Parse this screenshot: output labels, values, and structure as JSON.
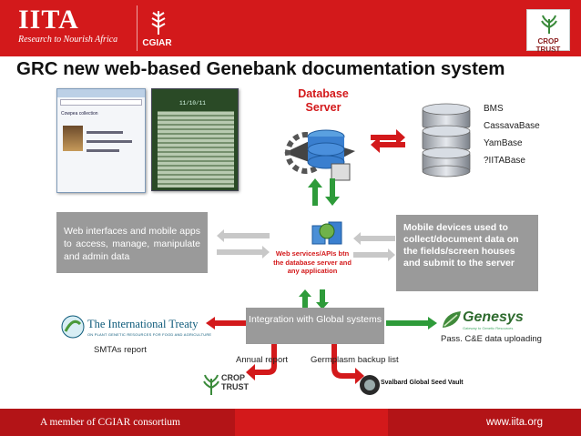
{
  "header": {
    "logo_word": "IITA",
    "logo_tagline": "Research to Nourish Africa",
    "partner_logo": "CGIAR",
    "right_logo": "CROP TRUST"
  },
  "title": "GRC new web-based Genebank documentation system",
  "screenshots": {
    "web_heading": "Cowpea collection",
    "desktop_date": "11/10/11"
  },
  "database": {
    "label": "Database Server",
    "names": [
      "BMS",
      "CassavaBase",
      "YamBase",
      "?IITABase"
    ]
  },
  "boxes": {
    "web_interfaces": "Web interfaces and mobile apps to access, manage, manipulate and admin data",
    "mobile_devices": "Mobile devices used to collect/document data on the fields/screen houses and submit to the server",
    "web_services": "Web services/APIs btn the database server and any application",
    "integration": "Integration with Global systems"
  },
  "external": {
    "treaty_name": "The International Treaty",
    "treaty_sub": "ON PLANT GENETIC RESOURCES FOR FOOD AND AGRICULTURE",
    "smtas": "SMTAs report",
    "genesys_name": "Genesys",
    "genesys_sub": "Gateway to Genetic Resources",
    "pass_label": "Pass. C&E data uploading",
    "annual_report": "Annual report",
    "germplasm_list": "Germplasm backup list",
    "croptrust_name": "CROP TRUST",
    "svalbard_name": "Svalbard Global Seed Vault"
  },
  "footer": {
    "member": "A member of CGIAR consortium",
    "url": "www.iita.org"
  },
  "colors": {
    "brand_red": "#d3191b",
    "arrow_green": "#2e9b3a",
    "arrow_grey": "#c8c8c8",
    "box_grey": "#9a9a9a",
    "label_red": "#d3191b"
  }
}
